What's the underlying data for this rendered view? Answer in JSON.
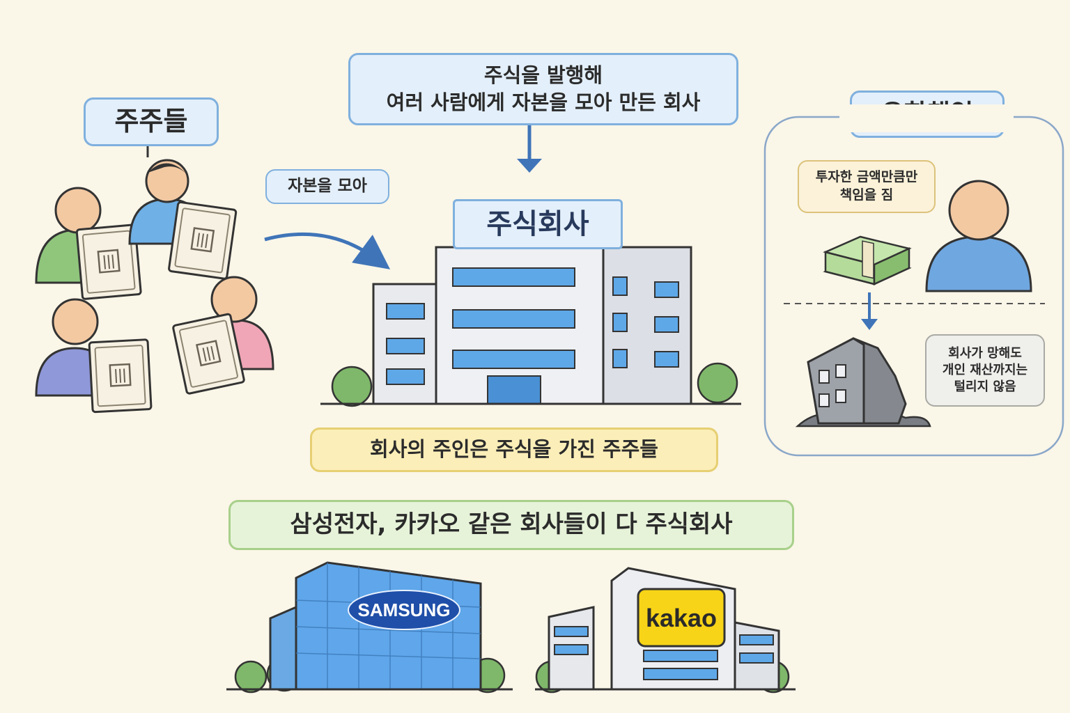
{
  "labels": {
    "shareholders": "주주들",
    "gather_capital": "자본을 모아",
    "definition": "주식을 발행해\n여러 사람에게 자본을 모아 만든 회사",
    "company_sign": "주식회사",
    "owners": "회사의 주인은 주식을 가진 주주들",
    "limited_liability_title": "유한책임",
    "invest_only": "투자한 금액만큼만\n책임을 짐",
    "no_personal_assets": "회사가 망해도\n개인 재산까지는\n털리지 않음",
    "examples": "삼성전자, 카카오 같은 회사들이 다 주식회사",
    "samsung_logo": "SAMSUNG",
    "kakao_logo": "kakao"
  },
  "colors": {
    "accent_blue": "#4a7fc1",
    "yellow_note": "#fbeeb8",
    "green_note": "#e6f3d9",
    "kakao_yellow": "#f7d417"
  }
}
